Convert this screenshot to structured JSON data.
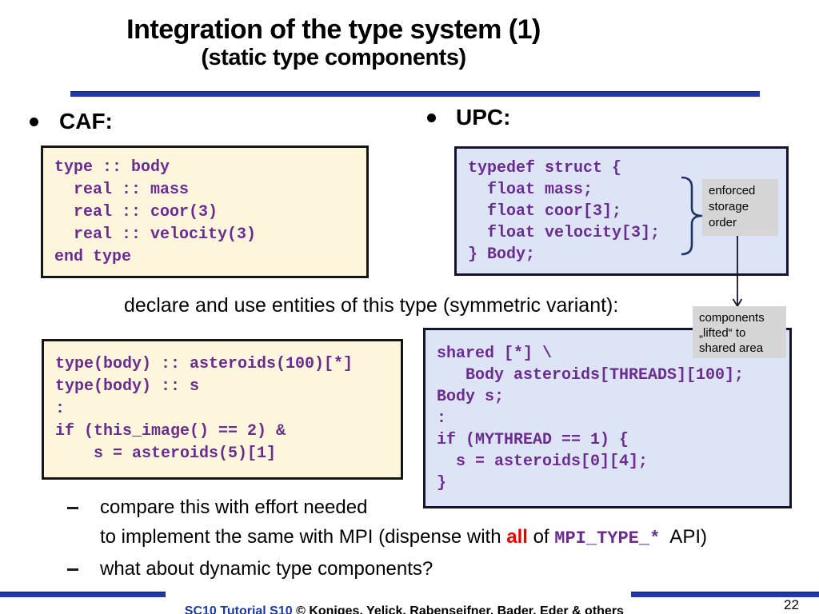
{
  "slide": {
    "title": "Integration of the type system (1)",
    "subtitle": "(static type components)",
    "page_number": "22"
  },
  "caf": {
    "heading": "CAF:",
    "type_def_code": [
      "type :: body",
      "  real :: mass",
      "  real :: coor(3)",
      "  real :: velocity(3)",
      "end type"
    ],
    "usage_code": [
      "type(body) :: asteroids(100)[*]",
      "type(body) :: s",
      ":",
      "if (this_image() == 2) &",
      "    s = asteroids(5)[1]"
    ]
  },
  "upc": {
    "heading": "UPC:",
    "type_def_code": [
      "typedef struct {",
      "  float mass;",
      "  float coor[3];",
      "  float velocity[3];",
      "} Body;"
    ],
    "usage_code": [
      "shared [*] \\",
      "   Body asteroids[THREADS][100];",
      "Body s;",
      ":",
      "if (MYTHREAD == 1) {",
      "  s = asteroids[0][4];",
      "}"
    ]
  },
  "annotations": {
    "enforced_storage": [
      "enforced",
      "storage",
      "order"
    ],
    "components_lifted": [
      "components",
      "„lifted“ to",
      "shared area"
    ]
  },
  "middle_text": "declare and use entities of this type (symmetric variant):",
  "bullets": {
    "compare_line1": "compare this with effort needed",
    "compare_line2_prefix": "to implement the same with MPI (dispense with ",
    "compare_all": "all",
    "compare_of": " of ",
    "compare_mpi_type": "MPI_TYPE_*",
    "compare_suffix": "  API)",
    "dynamic": "what about dynamic type components?"
  },
  "footer": {
    "tutorial": "SC10 Tutorial S10",
    "credits": " © Koniges, Yelick, Rabenseifner, Bader, Eder & others"
  },
  "colors": {
    "accent_blue": "#2038A8",
    "code_purple": "#6B2C91",
    "caf_box_bg": "#FCF6DC",
    "upc_box_bg": "#DCE4F6",
    "annotation_bg": "#D6D6D6",
    "highlight_red": "#E80000",
    "footer_blue": "#1B3AA5",
    "brace_blue": "#1F3464"
  }
}
